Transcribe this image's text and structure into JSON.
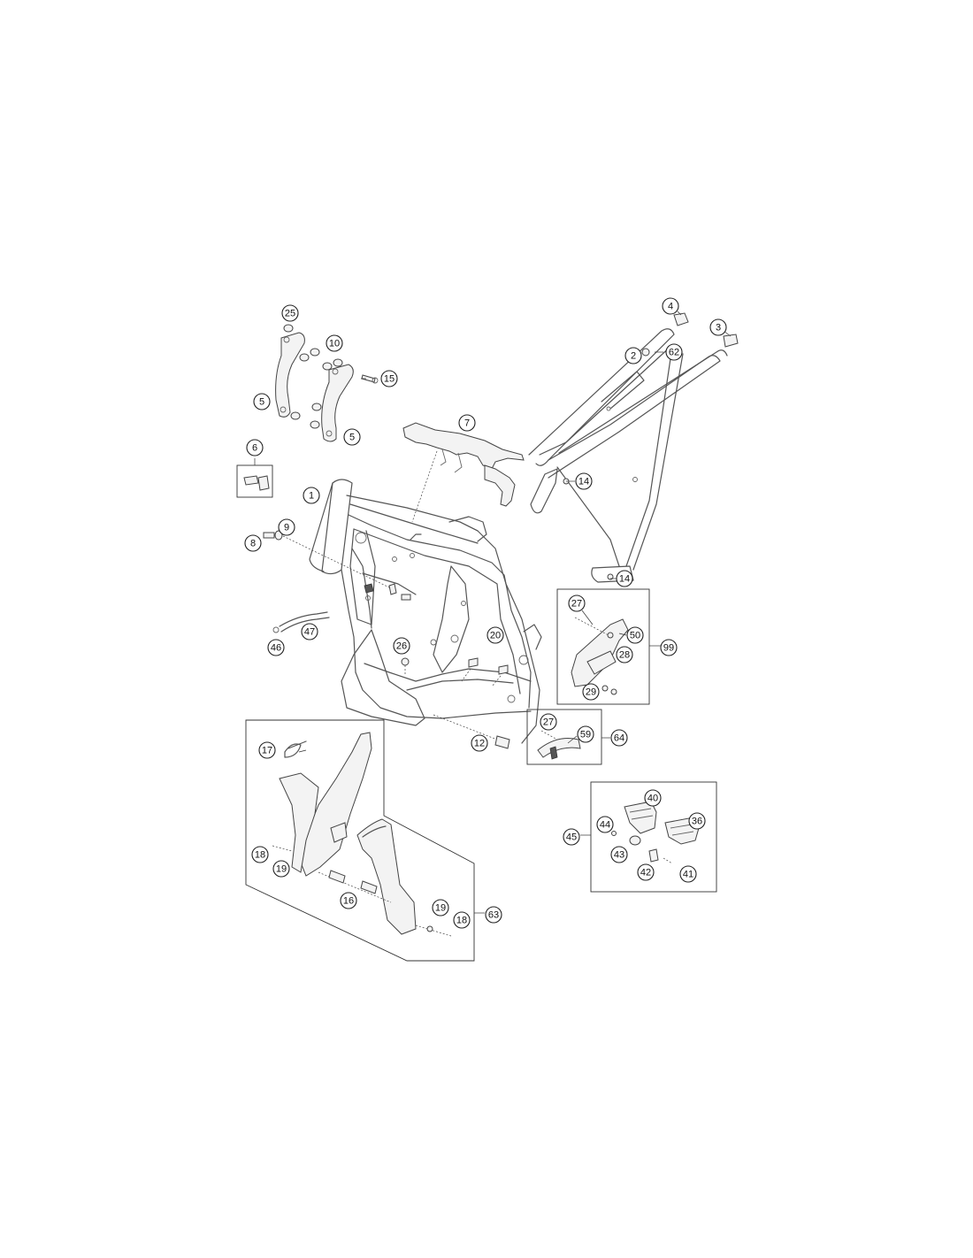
{
  "diagram": {
    "callouts": [
      {
        "id": "25",
        "label": "25"
      },
      {
        "id": "10",
        "label": "10"
      },
      {
        "id": "15",
        "label": "15"
      },
      {
        "id": "5a",
        "label": "5"
      },
      {
        "id": "5b",
        "label": "5"
      },
      {
        "id": "7",
        "label": "7"
      },
      {
        "id": "4",
        "label": "4"
      },
      {
        "id": "3",
        "label": "3"
      },
      {
        "id": "2",
        "label": "2"
      },
      {
        "id": "62",
        "label": "62"
      },
      {
        "id": "6",
        "label": "6"
      },
      {
        "id": "1",
        "label": "1"
      },
      {
        "id": "9",
        "label": "9"
      },
      {
        "id": "8",
        "label": "8"
      },
      {
        "id": "14a",
        "label": "14"
      },
      {
        "id": "14b",
        "label": "14"
      },
      {
        "id": "27a",
        "label": "27"
      },
      {
        "id": "50",
        "label": "50"
      },
      {
        "id": "99",
        "label": "99"
      },
      {
        "id": "28",
        "label": "28"
      },
      {
        "id": "29",
        "label": "29"
      },
      {
        "id": "47",
        "label": "47"
      },
      {
        "id": "46",
        "label": "46"
      },
      {
        "id": "26",
        "label": "26"
      },
      {
        "id": "20",
        "label": "20"
      },
      {
        "id": "12",
        "label": "12"
      },
      {
        "id": "27b",
        "label": "27"
      },
      {
        "id": "59",
        "label": "59"
      },
      {
        "id": "64",
        "label": "64"
      },
      {
        "id": "17",
        "label": "17"
      },
      {
        "id": "18a",
        "label": "18"
      },
      {
        "id": "19a",
        "label": "19"
      },
      {
        "id": "16",
        "label": "16"
      },
      {
        "id": "19b",
        "label": "19"
      },
      {
        "id": "18b",
        "label": "18"
      },
      {
        "id": "63",
        "label": "63"
      },
      {
        "id": "40",
        "label": "40"
      },
      {
        "id": "36",
        "label": "36"
      },
      {
        "id": "44",
        "label": "44"
      },
      {
        "id": "45",
        "label": "45"
      },
      {
        "id": "43",
        "label": "43"
      },
      {
        "id": "42",
        "label": "42"
      },
      {
        "id": "41",
        "label": "41"
      }
    ]
  }
}
